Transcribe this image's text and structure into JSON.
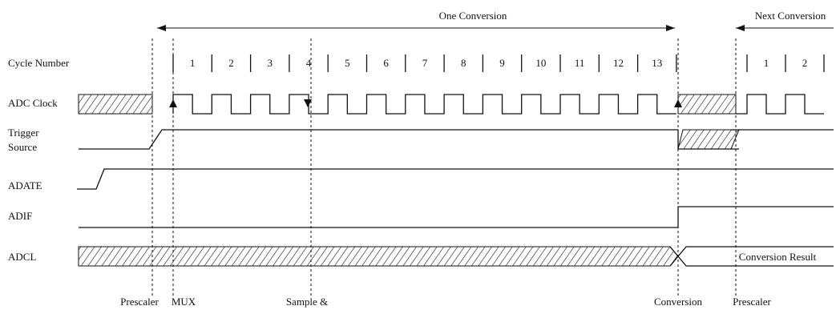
{
  "diagram": {
    "header": {
      "one_conversion": "One Conversion",
      "next_conversion": "Next Conversion"
    },
    "signals": {
      "cycle_number": "Cycle Number",
      "adc_clock": "ADC Clock",
      "trigger_source_line1": "Trigger",
      "trigger_source_line2": "Source",
      "adate": "ADATE",
      "adif": "ADIF",
      "adcl": "ADCL"
    },
    "cycle_numbers": [
      "1",
      "2",
      "3",
      "4",
      "5",
      "6",
      "7",
      "8",
      "9",
      "10",
      "11",
      "12",
      "13"
    ],
    "next_cycle_numbers": [
      "1",
      "2"
    ],
    "result_label": "Conversion Result",
    "bottom_labels": {
      "prescaler_1": "Prescaler",
      "mux": "MUX",
      "sample": "Sample &",
      "conversion": "Conversion",
      "prescaler_2": "Prescaler"
    }
  }
}
